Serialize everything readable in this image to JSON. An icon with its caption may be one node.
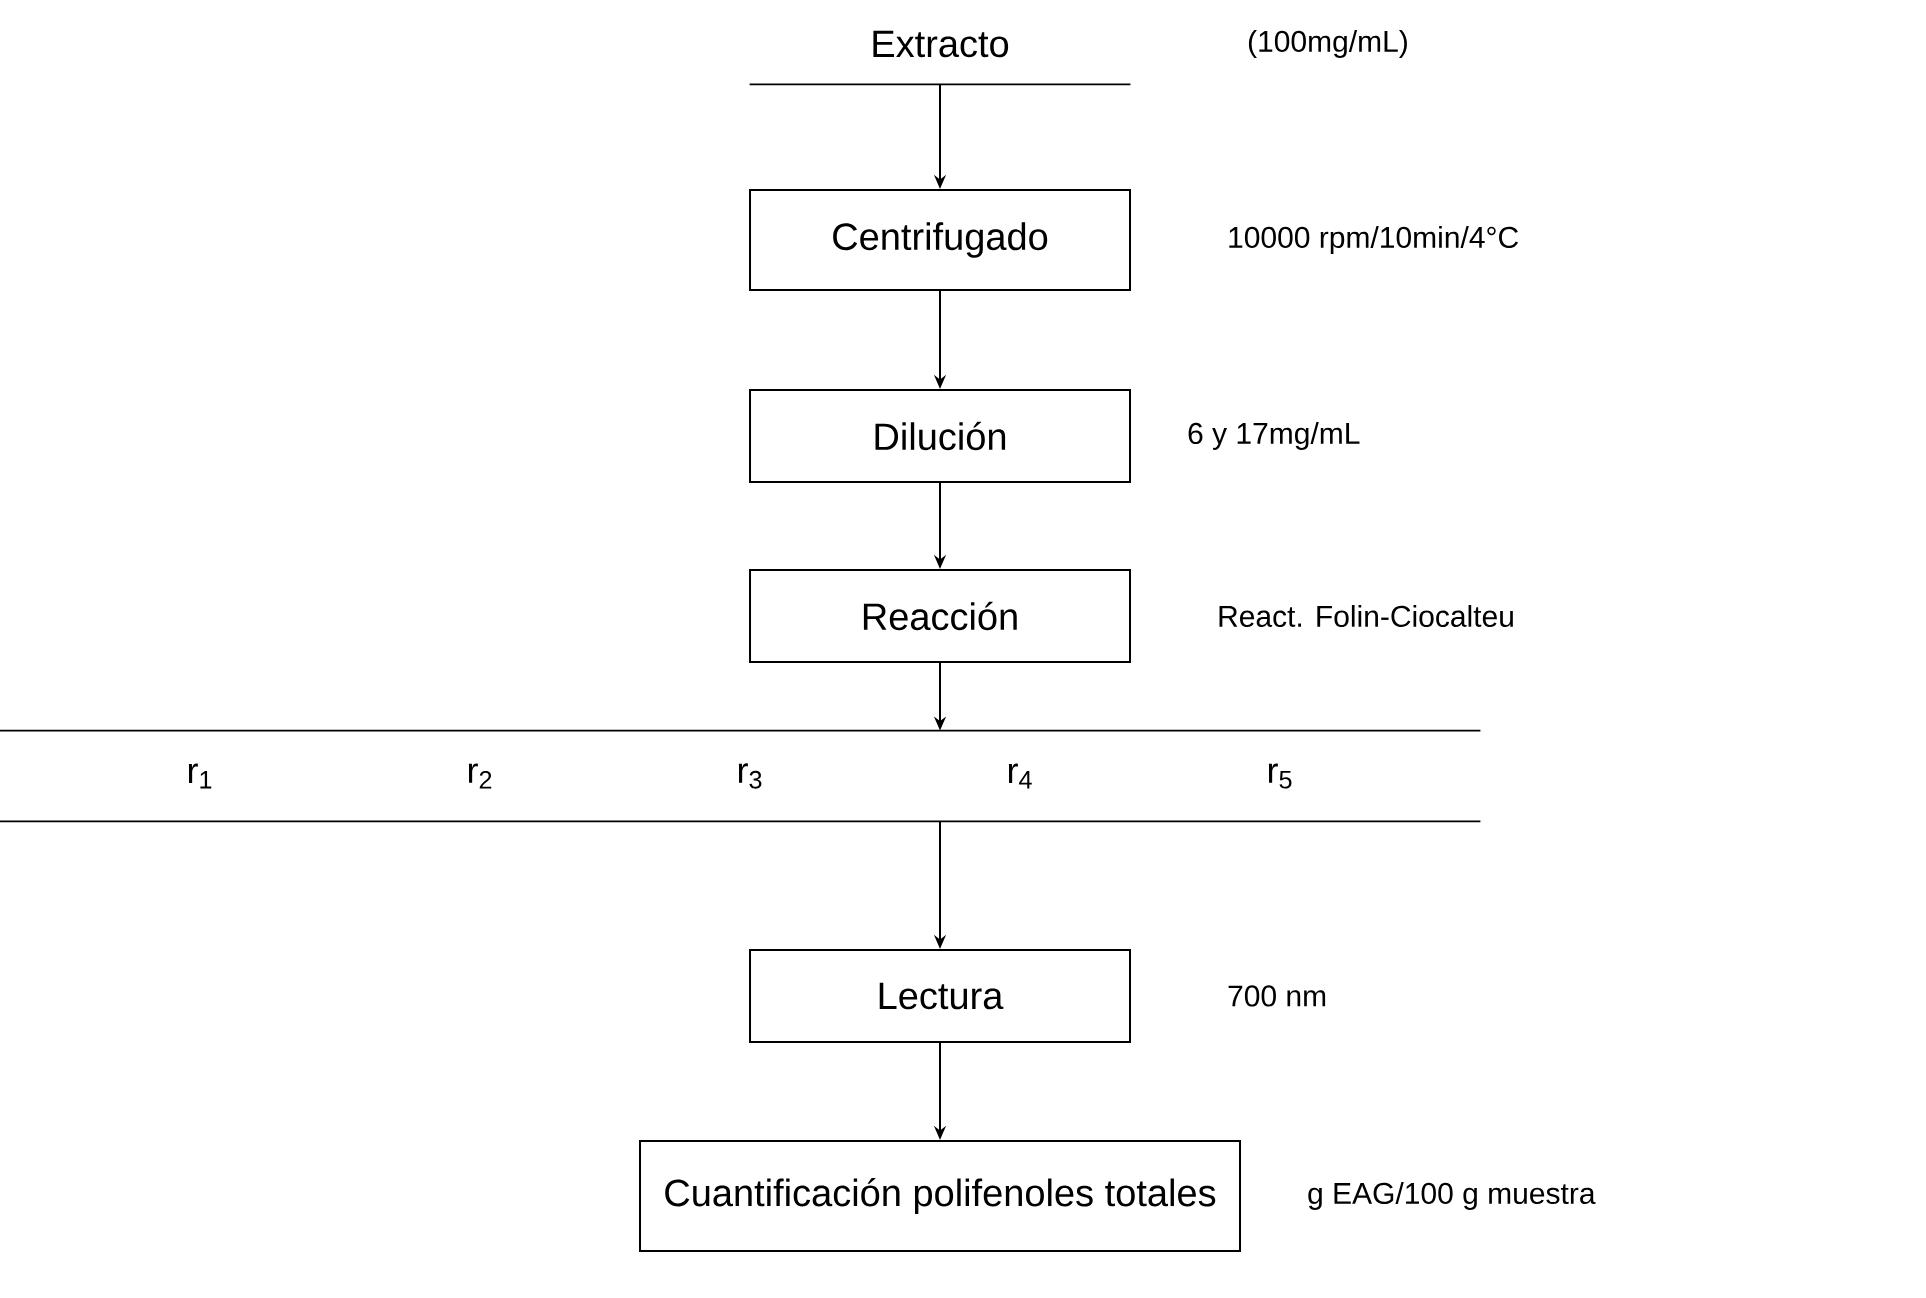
{
  "diagram": {
    "nodes": [
      {
        "text": [
          "Extracto"
        ],
        "beside": [
          "(100mg/mL)"
        ]
      },
      {
        "text": [
          "Centrifugado"
        ],
        "beside": [
          "10000 rpm/10min/4°C"
        ]
      },
      {
        "text": [
          "Dilución"
        ],
        "beside": [
          "6 y 17mg/mL"
        ]
      },
      {
        "text": [
          "Reacción"
        ],
        "beside": [
          "React. Folin-Ciocalteu"
        ]
      },
      {
        "text": [
          "r$_{1}$",
          "r$_{2}$",
          "r$_{3}$",
          "r$_{4}$",
          "r$_{5}$"
        ]
      },
      {
        "text": [
          "Lectura"
        ],
        "beside": [
          "700 nm"
        ]
      },
      {
        "text": [
          "Cuantificación polifenoles totales"
        ],
        "beside": [
          "g EAG/100 g muestra"
        ]
      }
    ],
    "edges": [
      {
        "from": 0,
        "to": 1,
        "arrow": "to"
      },
      {
        "from": 1,
        "to": 2,
        "arrow": "to"
      },
      {
        "from": 2,
        "to": 3,
        "arrow": "to"
      },
      {
        "from": 3,
        "to": 4,
        "arrow": "to"
      },
      {
        "from": 4,
        "to": 5,
        "arrow": "to"
      },
      {
        "from": 5,
        "to": 6,
        "arrow": "to"
      }
    ]
  }
}
